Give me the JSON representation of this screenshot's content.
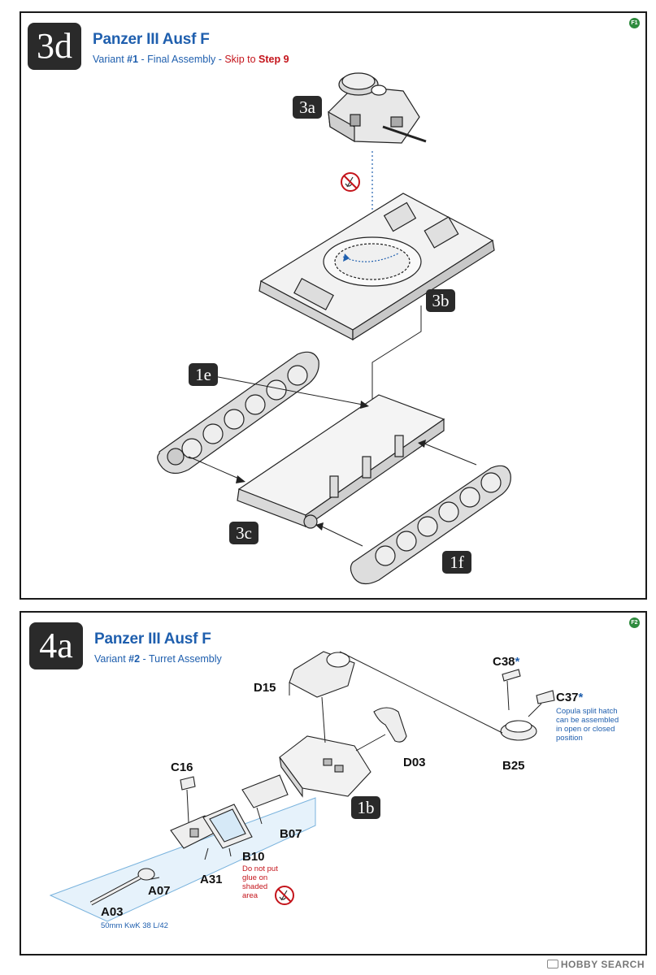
{
  "step3d": {
    "badge": "3d",
    "title": "Panzer III Ausf F",
    "variant_prefix": "Variant ",
    "variant_num": "#1",
    "variant_text": " - Final Assembly - ",
    "skip_text": "Skip to ",
    "skip_step": "Step 9",
    "page_code": "F1",
    "sub_badges": [
      "3a",
      "3b",
      "1e",
      "3c",
      "1f"
    ]
  },
  "step4a": {
    "badge": "4a",
    "title": "Panzer III Ausf F",
    "variant_prefix": "Variant ",
    "variant_num": "#2",
    "variant_text": " - Turret Assembly",
    "page_code": "F2",
    "sub_badge": "1b",
    "parts": {
      "D15": "D15",
      "C38": "C38",
      "C37": "C37",
      "D03": "D03",
      "B25": "B25",
      "C16": "C16",
      "B07": "B07",
      "B10": "B10",
      "A31": "A31",
      "A07": "A07",
      "A03": "A03"
    },
    "star": "*",
    "hatch_note": [
      "Copula split hatch",
      "can be assembled",
      "in open or closed",
      "position"
    ],
    "glue_note": [
      "Do not put",
      "glue on",
      "shaded",
      "area"
    ],
    "gun_note": "50mm KwK 38 L/42"
  },
  "watermark": "HOBBY SEARCH",
  "colors": {
    "accent_blue": "#1f5fae",
    "warning_red": "#c4141b",
    "badge_dark": "#2a2a2a",
    "code_green": "#2e8b3e"
  }
}
